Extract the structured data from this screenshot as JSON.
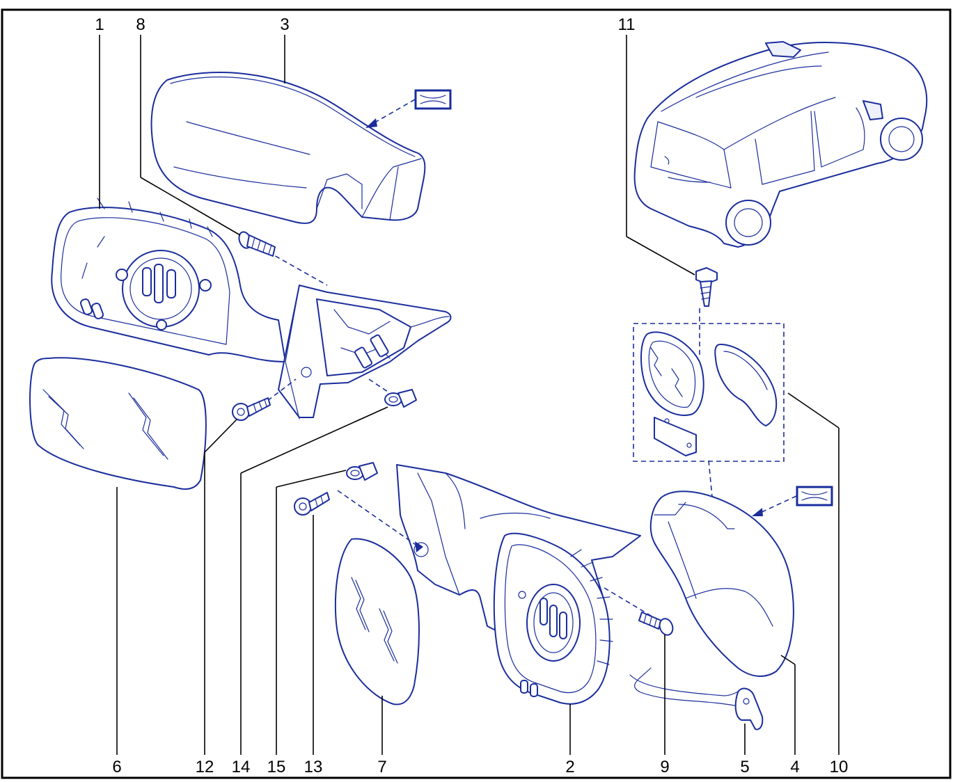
{
  "callouts": {
    "c1": "1",
    "c2": "2",
    "c3": "3",
    "c4": "4",
    "c5": "5",
    "c6": "6",
    "c7": "7",
    "c8": "8",
    "c9": "9",
    "c10": "10",
    "c11": "11",
    "c12": "12",
    "c13": "13",
    "c14": "14",
    "c15": "15"
  },
  "colors": {
    "line": "#1a2d9c",
    "frame": "#000000",
    "leader": "#000000"
  }
}
